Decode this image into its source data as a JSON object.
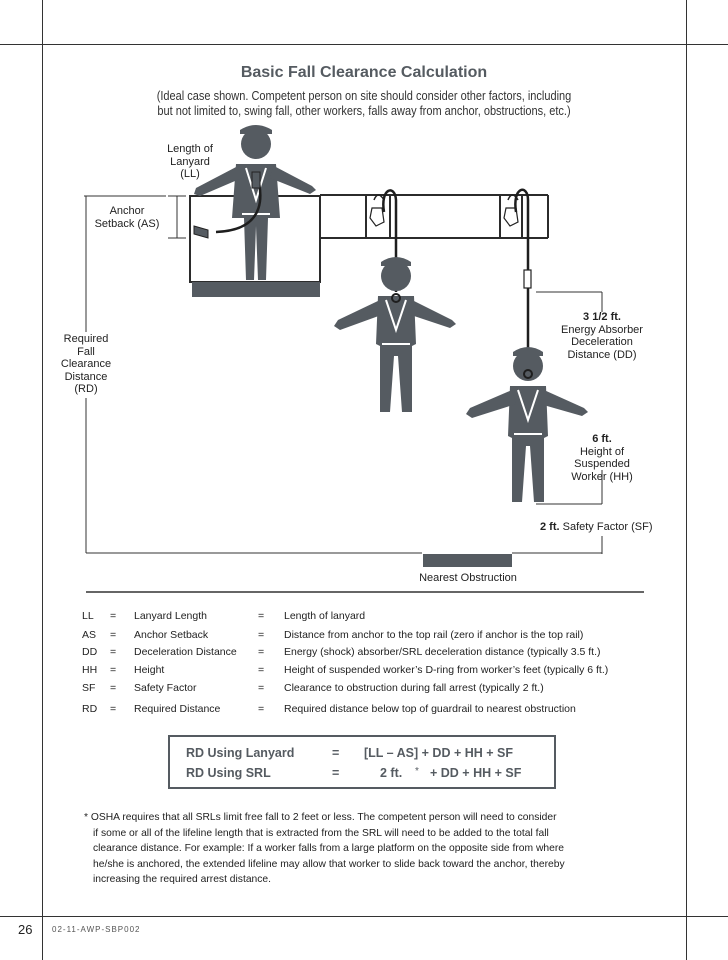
{
  "title": "Basic Fall Clearance Calculation",
  "subtitle_line1": "(Ideal case shown. Competent person on site should consider other factors, including",
  "subtitle_line2": "but not limited to, swing fall, other workers, falls away from anchor, obstructions, etc.)",
  "labels": {
    "ll": [
      "Length of",
      "Lanyard",
      "(LL)"
    ],
    "as": [
      "Anchor",
      "Setback (AS)"
    ],
    "rd": [
      "Required",
      "Fall",
      "Clearance",
      "Distance",
      "(RD)"
    ],
    "dd": [
      "3 1/2 ft.",
      "Energy Absorber",
      "Deceleration",
      "Distance (DD)"
    ],
    "hh": [
      "6 ft.",
      "Height of",
      "Suspended",
      "Worker (HH)"
    ],
    "sf_value": "2 ft.",
    "sf_text": "Safety Factor (SF)",
    "obstruction": "Nearest Obstruction"
  },
  "legend": [
    {
      "abbr": "LL",
      "eq": "=",
      "term": "Lanyard Length",
      "eq2": "=",
      "desc": "Length of lanyard"
    },
    {
      "abbr": "AS",
      "eq": "=",
      "term": "Anchor Setback",
      "eq2": "=",
      "desc": "Distance from anchor to the top rail (zero if anchor is the top rail)"
    },
    {
      "abbr": "DD",
      "eq": "=",
      "term": "Deceleration Distance",
      "eq2": "=",
      "desc": "Energy (shock) absorber/SRL deceleration distance (typically 3.5 ft.)"
    },
    {
      "abbr": "HH",
      "eq": "=",
      "term": "Height",
      "eq2": "=",
      "desc": "Height of suspended worker’s D-ring from worker’s feet (typically 6 ft.)"
    },
    {
      "abbr": "SF",
      "eq": "=",
      "term": "Safety Factor",
      "eq2": "=",
      "desc": "Clearance to obstruction during fall arrest (typically 2 ft.)"
    },
    {
      "abbr": "RD",
      "eq": "=",
      "term": "Required Distance",
      "eq2": "=",
      "desc": "Required distance below top of guardrail to nearest obstruction"
    }
  ],
  "formulas": [
    {
      "name": "RD Using Lanyard",
      "eq": "=",
      "expr": "[LL – AS] + DD + HH + SF"
    },
    {
      "name": "RD Using SRL",
      "eq": "=",
      "expr_value": "2 ft.",
      "expr_star": "*",
      "expr_rest": "+ DD + HH + SF"
    }
  ],
  "footnote": [
    "* OSHA requires that all SRLs limit free fall to 2 feet or less. The competent person will need to consider",
    "if some or all of the lifeline length that is extracted from the SRL will need to be added to the total fall",
    "clearance distance. For example: If a worker falls from a large platform on the opposite side from where",
    "he/she is anchored, the extended lifeline may allow that worker to slide back toward the anchor, thereby",
    "increasing the required arrest distance."
  ],
  "page_number": "26",
  "doc_code": "02-11-AWP-SBP002",
  "colors": {
    "figure": "#555b61",
    "text": "#222222"
  }
}
